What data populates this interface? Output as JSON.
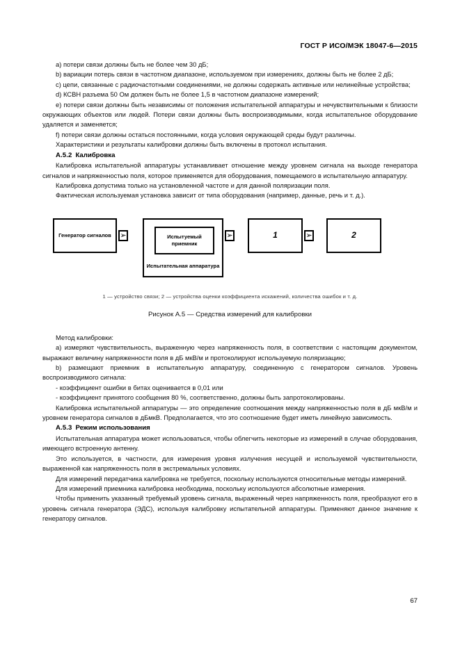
{
  "document": {
    "header": "ГОСТ Р ИСО/МЭК 18047-6—2015",
    "page_number": "67"
  },
  "body": {
    "list_items": [
      "a) потери связи должны быть не более чем 30 дБ;",
      "b) вариации потерь связи в частотном диапазоне, используемом при измерениях, должны быть не более 2 дБ;",
      "c) цепи, связанные с радиочастотными соединениями, не должны содержать активные или нелинейные устройства;",
      "d) КСВН разъема 50 Ом должен быть не более 1,5 в частотном диапазоне измерений;",
      "e) потери связи должны быть независимы от положения испытательной аппаратуры и нечувствительными к близости окружающих объектов или людей. Потери связи должны быть воспроизводимыми, когда испытательное оборудование удаляется и заменяется;",
      "f) потери связи должны остаться постоянными, когда условия окружающей среды будут различны."
    ],
    "after_list": "Характеристики и результаты калибровки должны быть включены в протокол испытания.",
    "section_a52": {
      "number": "A.5.2",
      "title": "Калибровка",
      "paragraphs": [
        "Калибровка испытательной аппаратуры устанавливает отношение между уровнем сигнала на выходе генератора сигналов и напряженностью поля, которое применяется для оборудования, помещаемого в испытательную аппаратуру.",
        "Калибровка допустима только на установленной частоте и для данной поляризации поля.",
        "Фактическая используемая установка зависит от типа оборудования (например, данные, речь и т. д.)."
      ]
    },
    "figure": {
      "boxes": {
        "generator": "Генератор сигналов",
        "receiver": "Испытуемый приемник",
        "apparatus": "Испытательная аппаратура",
        "unit_one": "1",
        "unit_two": "2"
      },
      "arrow_glyph": "➢",
      "key": "1 — устройство связи; 2 — устройства оценки коэффициента искажений, количества ошибок и т. д.",
      "caption": "Рисунок А.5 — Средства измерений для калибровки"
    },
    "method": {
      "intro": "Метод калибровки:",
      "steps": [
        "a) измеряют чувствительность, выраженную через напряженность поля, в соответствии с настоящим документом, выражают величину напряженности поля в дБ мкВ/м и протоколируют используемую поляризацию;",
        "b) размещают приемник в испытательную аппаратуру, соединенную с генератором сигналов. Уровень воспроизводимого сигнала:"
      ],
      "bullets": [
        "- коэффициент ошибки в битах оценивается в 0,01 или",
        "- коэффициент принятого сообщения 80 %, соответственно, должны быть запротоколированы."
      ],
      "closing": "Калибровка испытательной аппаратуры — это определение соотношения между напряженностью поля в дБ мкВ/м и уровнем генератора сигналов в дБмкВ. Предполагается, что это соотношение будет иметь линейную зависимость."
    },
    "section_a53": {
      "number": "A.5.3",
      "title": "Режим использования",
      "paragraphs": [
        "Испытательная аппаратура может использоваться, чтобы облегчить некоторые из измерений в случае оборудования, имеющего встроенную антенну.",
        "Это используется, в частности, для измерения уровня излучения несущей и используемой чувствительности, выраженной как напряженность поля в экстремальных условиях.",
        "Для измерений передатчика калибровка не требуется, поскольку используются относительные методы измерений.",
        "Для измерений приемника калибровка необходима, поскольку используются абсолютные измерения.",
        "Чтобы применить указанный требуемый уровень сигнала, выраженный через напряженность поля, преобразуют его в уровень сигнала генератора (ЭДС), используя калибровку испытательной аппаратуры. Применяют данное значение к генератору сигналов."
      ]
    }
  }
}
